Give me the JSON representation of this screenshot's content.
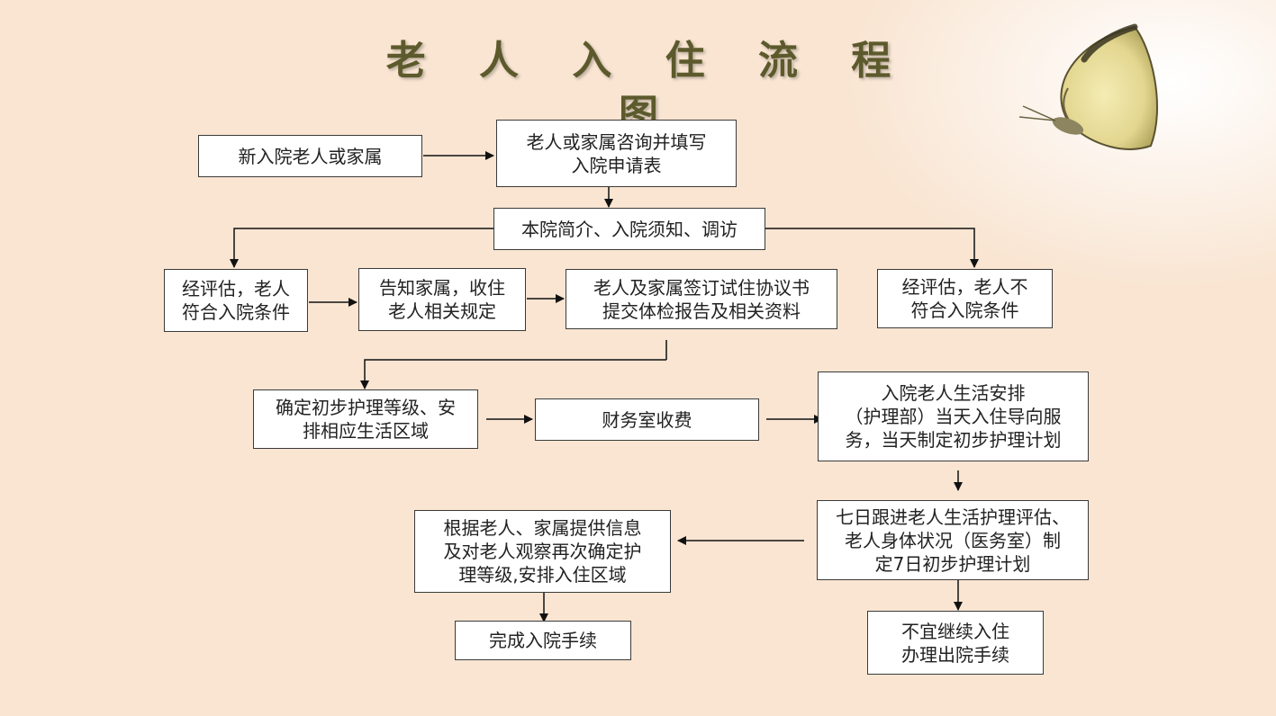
{
  "title": "老 人 入 住 流 程 图",
  "steps": {
    "applicant": "新入院老人或家属",
    "consult": "老人或家属咨询并填写\n入院申请表",
    "intro": "本院简介、入院须知、调访",
    "eligible": "经评估，老人\n符合入院条件",
    "notify": "告知家属，收住\n老人相关规定",
    "sign": "老人及家属签订试住协议书\n提交体检报告及相关资料",
    "ineligible": "经评估，老人不\n符合入院条件",
    "grade": "确定初步护理等级、安\n排相应生活区域",
    "finance": "财务室收费",
    "arrange": "入院老人生活安排\n（护理部）当天入住导向服\n务，当天制定初步护理计划",
    "followup": "七日跟进老人生活护理评估、\n老人身体状况（医务室）制\n定7日初步护理计划",
    "reconfirm": "根据老人、家属提供信息\n及对老人观察再次确定护\n理等级,安排入住区域",
    "complete": "完成入院手续",
    "discharge": "不宜继续入住\n办理出院手续"
  },
  "colors": {
    "background": "#f9e5d2",
    "title": "#5c5a2c",
    "box_border": "#3a3a3a",
    "connector": "#111111"
  }
}
